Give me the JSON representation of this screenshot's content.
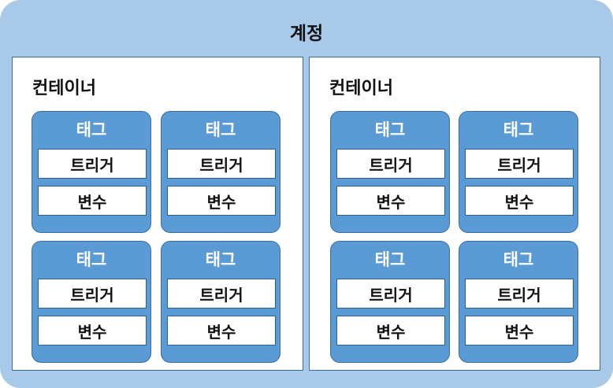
{
  "account": {
    "title": "계정"
  },
  "containers": [
    {
      "title": "컨테이너",
      "tags": [
        {
          "title": "태그",
          "trigger": "트리거",
          "variable": "변수"
        },
        {
          "title": "태그",
          "trigger": "트리거",
          "variable": "변수"
        },
        {
          "title": "태그",
          "trigger": "트리거",
          "variable": "변수"
        },
        {
          "title": "태그",
          "trigger": "트리거",
          "variable": "변수"
        }
      ]
    },
    {
      "title": "컨테이너",
      "tags": [
        {
          "title": "태그",
          "trigger": "트리거",
          "variable": "변수"
        },
        {
          "title": "태그",
          "trigger": "트리거",
          "variable": "변수"
        },
        {
          "title": "태그",
          "trigger": "트리거",
          "variable": "변수"
        },
        {
          "title": "태그",
          "trigger": "트리거",
          "variable": "변수"
        }
      ]
    }
  ],
  "colors": {
    "account_bg": "#a9c9e8",
    "tag_bg": "#5b9bd5",
    "border": "#3c6e9f"
  }
}
